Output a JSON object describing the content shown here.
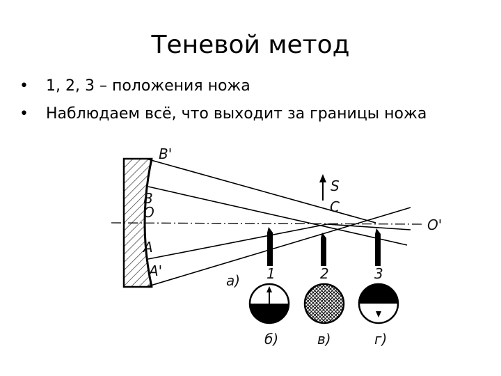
{
  "slide": {
    "title": "Теневой метод",
    "bullets": [
      "1, 2, 3 – положения ножа",
      "Наблюдаем всё, что выходит за границы ножа"
    ]
  },
  "figure": {
    "labels": {
      "B_prime": "B'",
      "B": "B",
      "O": "O",
      "A": "A",
      "A_prime": "A'",
      "S": "S",
      "C": "C",
      "O_prime": "O'",
      "panel_a": "a)",
      "knife_1": "1",
      "knife_2": "2",
      "knife_3": "3",
      "panel_b": "б)",
      "panel_v": "в)",
      "panel_g": "г)"
    }
  }
}
